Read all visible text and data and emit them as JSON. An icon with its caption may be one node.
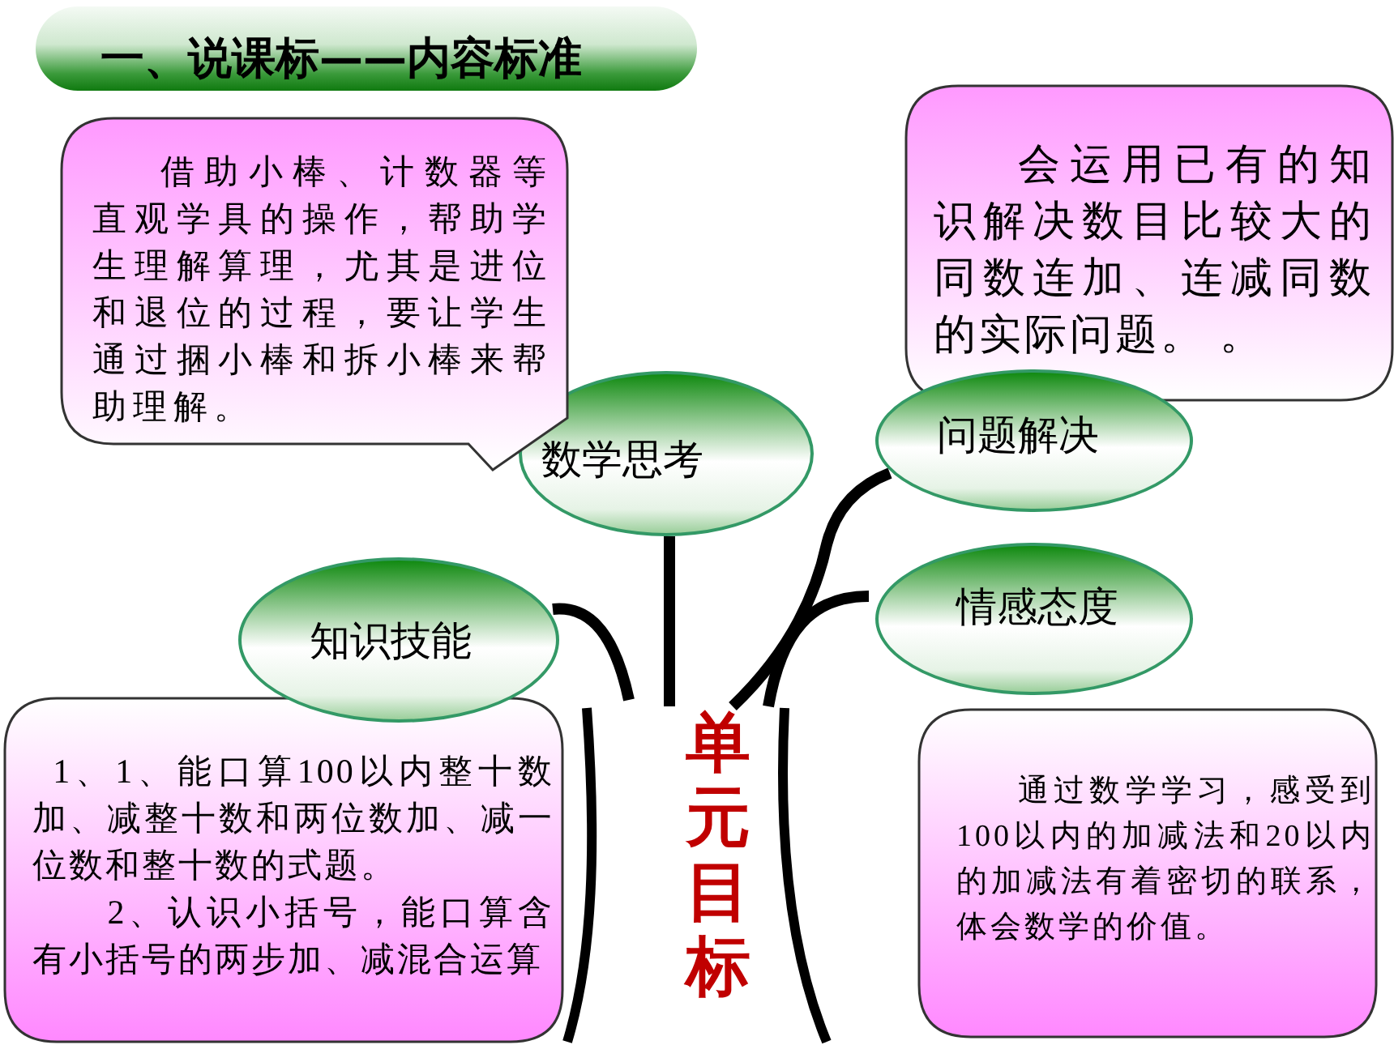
{
  "diagram": {
    "title": "一、说课标——内容标准",
    "nodes": [
      {
        "text": [
          "数学思考"
        ]
      },
      {
        "text": [
          "问题解决"
        ]
      },
      {
        "text": [
          "知识技能"
        ]
      },
      {
        "text": [
          "情感态度"
        ]
      },
      {
        "text": [
          "单元目标"
        ]
      },
      {
        "text": [
          "借助小棒、计数器等直观学具的操作，帮助学生理解算理，尤其是进位和退位的过程，要让学生通过捆小棒和拆小棒来帮助理解。"
        ]
      },
      {
        "text": [
          "会运用已有的知识解决数目比较大的同数连加、连减同数的实际问题。 。"
        ]
      },
      {
        "text": [
          "1、1、能口算100以内整十数加、减整十数和两位数加、减一位数和整十数的式题。",
          "2、认识小括号，能口算含有小括号的两步加、减混合运算"
        ]
      },
      {
        "text": [
          "通过数学学习，感受到100以内的加减法和20以内的加减法有着密切的联系，体会数学的价值。"
        ]
      }
    ],
    "edges": [
      {
        "from": 0,
        "to": 4,
        "arrow": "none"
      },
      {
        "from": 1,
        "to": 4,
        "arrow": "none"
      },
      {
        "from": 2,
        "to": 4,
        "arrow": "none"
      },
      {
        "from": 3,
        "to": 4,
        "arrow": "none"
      }
    ]
  }
}
